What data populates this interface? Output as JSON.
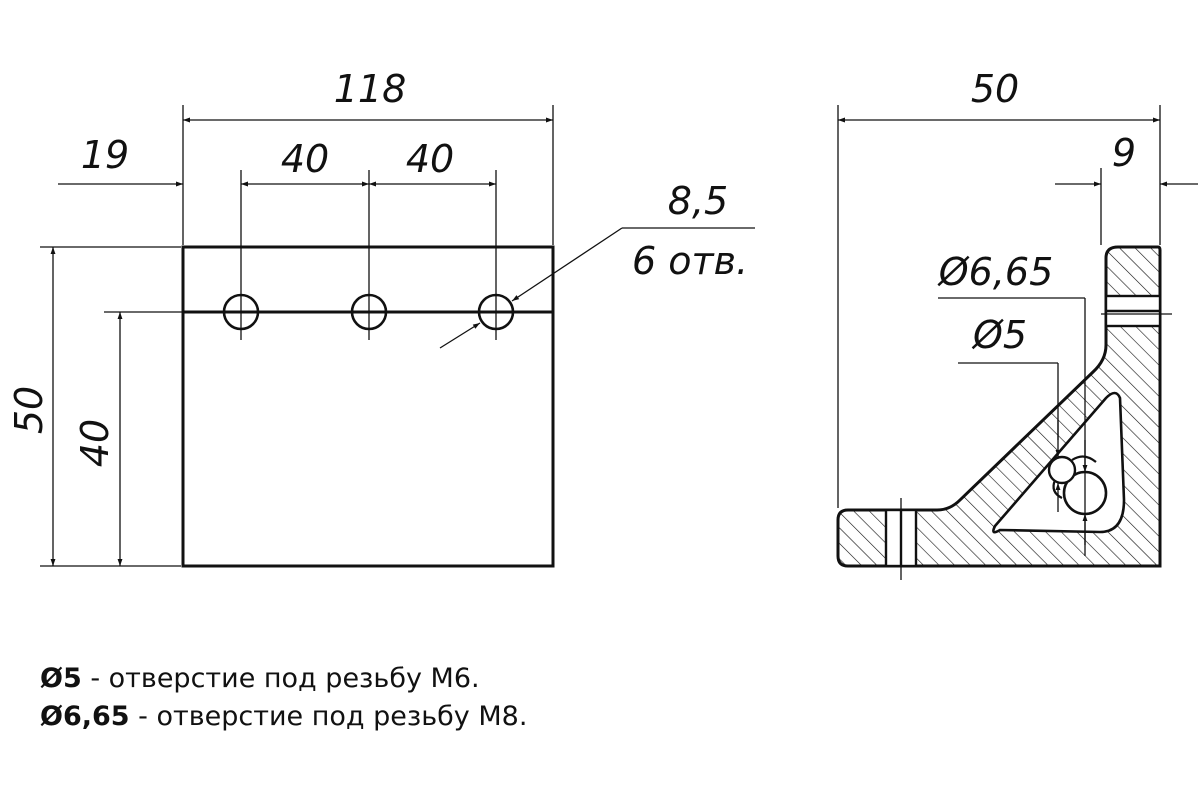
{
  "front_view": {
    "dim_total_width": "118",
    "dim_left_offset": "19",
    "dim_spacing_1": "40",
    "dim_spacing_2": "40",
    "dim_hole_dia": "8,5",
    "dim_hole_count": "6 отв.",
    "dim_total_height": "50",
    "dim_hole_height": "40"
  },
  "side_view": {
    "dim_width": "50",
    "dim_offset": "9",
    "dim_dia_large": "Ø6,65",
    "dim_dia_small": "Ø5"
  },
  "notes": [
    {
      "symbol": "Ø5",
      "text": " - отверстие под резьбу М6."
    },
    {
      "symbol": "Ø6,65",
      "text": " - отверстие под резьбу М8."
    }
  ]
}
